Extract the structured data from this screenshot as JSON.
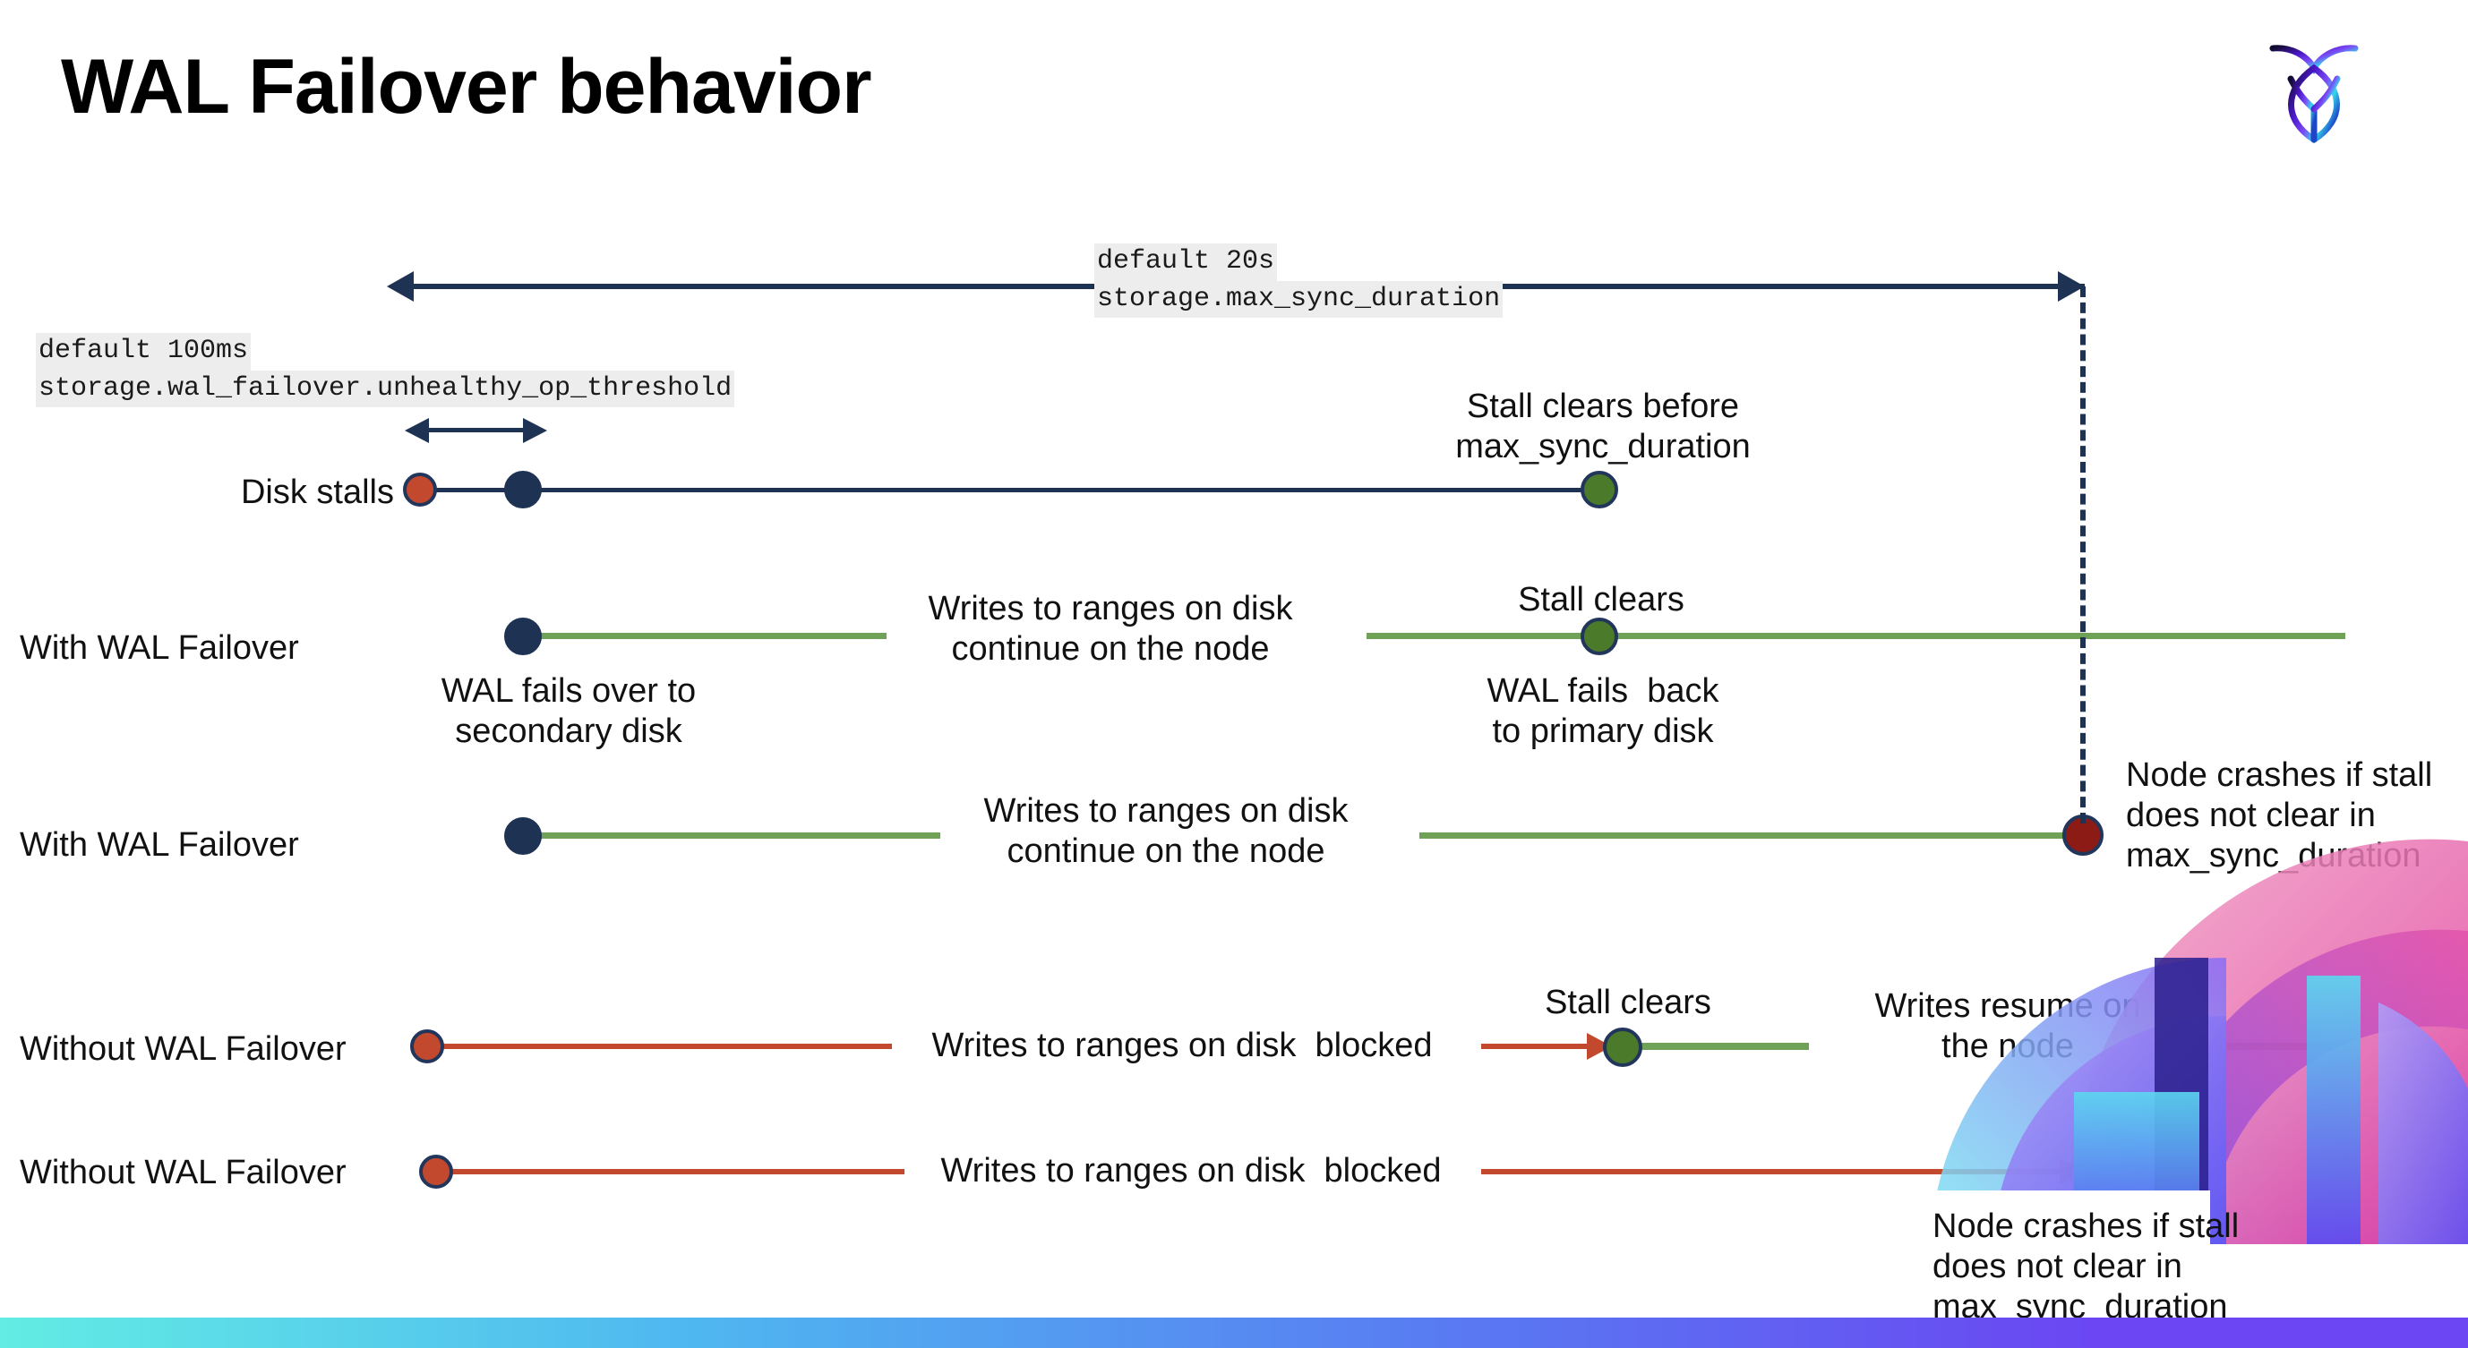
{
  "slide": {
    "title": "WAL Failover behavior",
    "logo_name": "cockroachdb-logo"
  },
  "annotations": {
    "max_sync": {
      "line1": "default 20s",
      "line2": "storage.max_sync_duration"
    },
    "unhealthy": {
      "line1": "default 100ms",
      "line2": "storage.wal_failover.unhealthy_op_threshold"
    }
  },
  "rows": [
    {
      "id": "disk-stalls",
      "label": "Disk stalls",
      "note_right": "Stall clears before\nmax_sync_duration"
    },
    {
      "id": "with-wal-failover-recovers",
      "label": "With WAL Failover",
      "note_below_start": "WAL fails over to\nsecondary disk",
      "note_middle": "Writes to ranges on disk\ncontinue on the node",
      "note_above_event": "Stall clears",
      "note_below_event": "WAL fails  back\nto primary disk"
    },
    {
      "id": "with-wal-failover-crash",
      "label": "With WAL Failover",
      "note_middle": "Writes to ranges on disk\ncontinue on the node",
      "note_right": "Node crashes if stall\ndoes not clear in\nmax_sync_duration"
    },
    {
      "id": "without-wal-failover-recovers",
      "label": "Without WAL Failover",
      "note_middle": "Writes to ranges on disk  blocked",
      "note_above_event": "Stall clears",
      "note_right": "Writes resume on\nthe node"
    },
    {
      "id": "without-wal-failover-crash",
      "label": "Without WAL Failover",
      "note_middle": "Writes to ranges on disk  blocked",
      "note_callout": "Node crashes if stall\ndoes not clear in\nmax_sync_duration"
    }
  ],
  "colors": {
    "navy": "#1E3354",
    "green_line": "#6FA256",
    "green_dot": "#4B7A2B",
    "orange": "#C2492E",
    "dark_red": "#8C1B16",
    "code_bg": "#EDEDED",
    "strip_start": "#62ECE4",
    "strip_end": "#6B46F2"
  },
  "legend_icons": {
    "stall_start_dot": "orange-circle-icon",
    "failover_dot": "navy-circle-icon",
    "stall_clear_dot": "green-circle-icon",
    "node_crash_dot": "dark-red-circle-icon"
  }
}
